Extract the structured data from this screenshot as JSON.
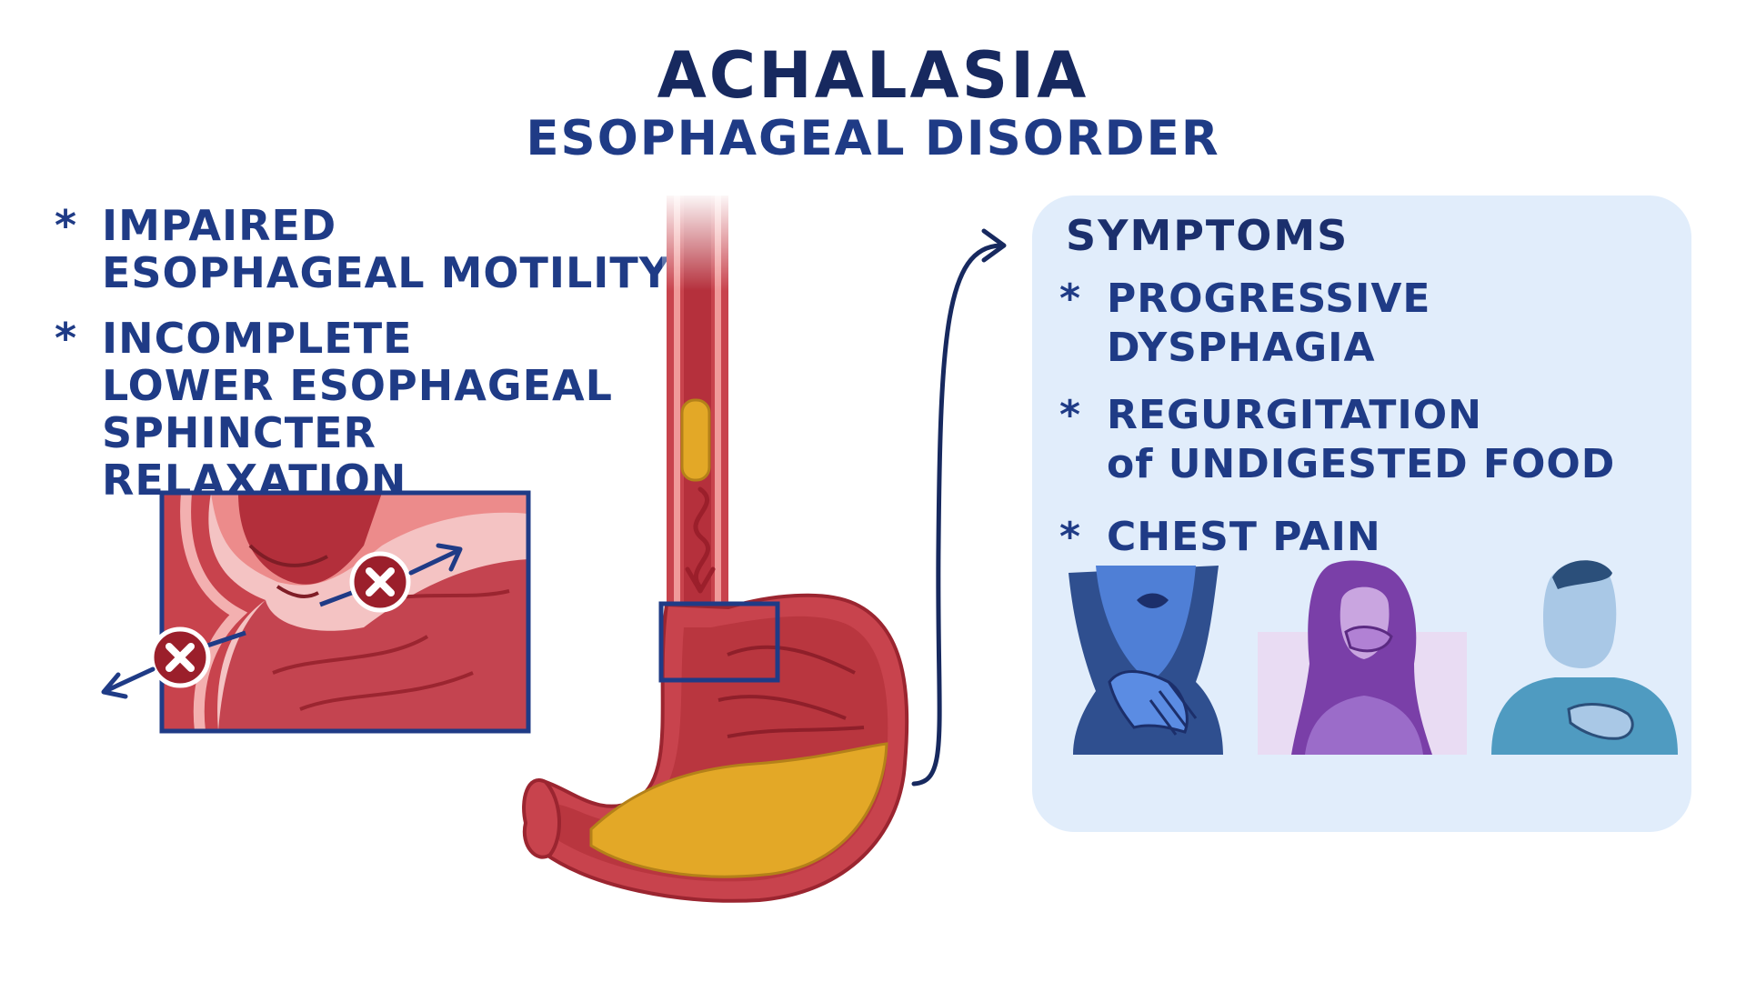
{
  "title": "ACHALASIA",
  "subtitle": "ESOPHAGEAL DISORDER",
  "left_bullets": [
    "IMPAIRED\nESOPHAGEAL MOTILITY",
    "INCOMPLETE\nLOWER ESOPHAGEAL\nSPHINCTER RELAXATION"
  ],
  "symptoms": {
    "heading": "SYMPTOMS",
    "items": [
      "PROGRESSIVE DYSPHAGIA",
      "REGURGITATION\nof UNDIGESTED FOOD",
      "CHEST PAIN"
    ]
  },
  "bullet_glyph": "*",
  "icons": {
    "blocked_marker": "x-circle-icon",
    "arrow": "arrow-icon"
  },
  "colors": {
    "navy": "#1c3678",
    "tissue_red": "#c8434d",
    "tissue_dark": "#9b2530",
    "tissue_light": "#ec8b8b",
    "food_yellow": "#e3a827",
    "panel_bg": "#e1edfb",
    "symptom_blue": "#4f7fd6",
    "symptom_purple": "#8d5ab8",
    "symptom_teal": "#4f9bc1"
  }
}
